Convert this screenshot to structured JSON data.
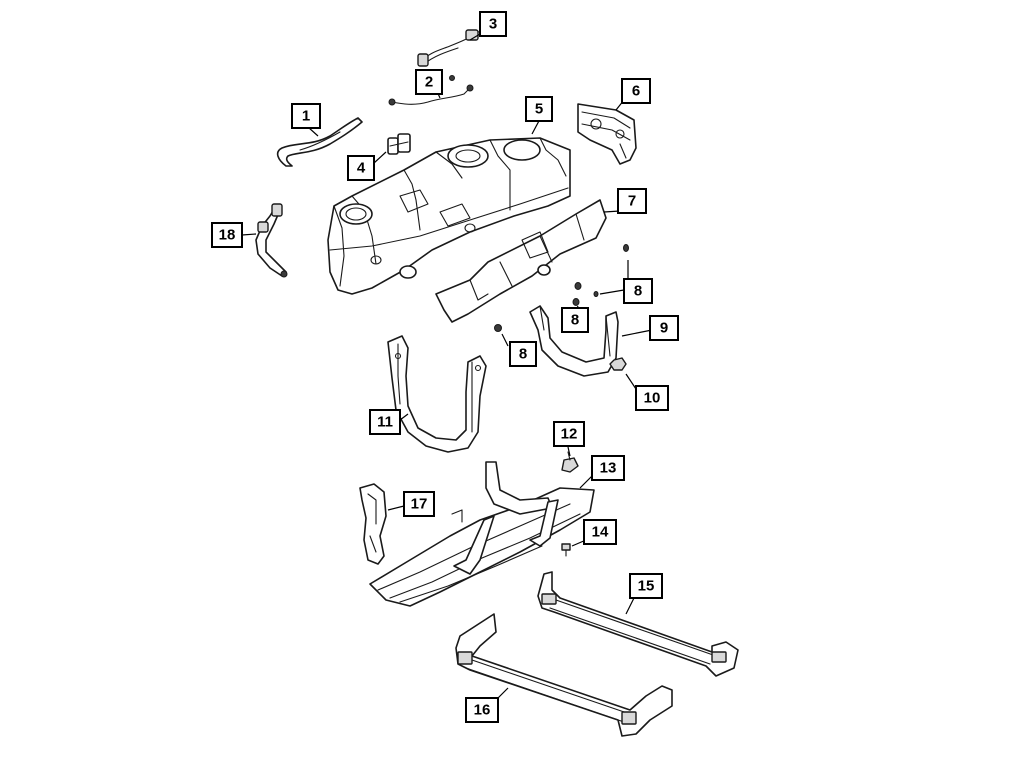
{
  "diagram": {
    "callouts": [
      "1",
      "2",
      "3",
      "4",
      "5",
      "6",
      "7",
      "8",
      "8",
      "8",
      "9",
      "10",
      "11",
      "12",
      "13",
      "14",
      "15",
      "16",
      "17",
      "18"
    ],
    "colors": {
      "line": "#1a1a1a",
      "fill": "#ffffff",
      "shade": "#d9d9d9"
    }
  }
}
